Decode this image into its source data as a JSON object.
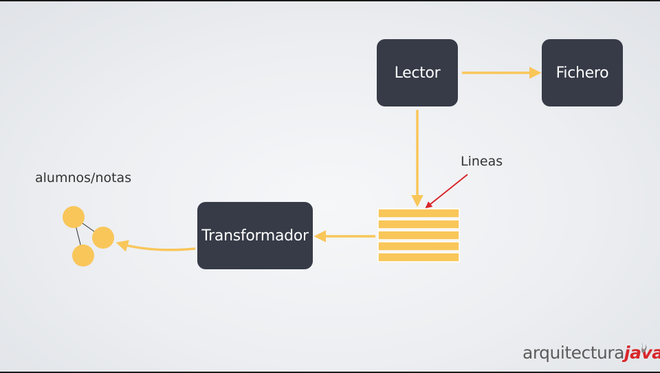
{
  "nodes": {
    "lector": "Lector",
    "fichero": "Fichero",
    "transformador": "Transformador"
  },
  "labels": {
    "lineas": "Lineas",
    "alumnos_notas": "alumnos/notas"
  },
  "logo": {
    "part1": "arquitectura",
    "part2": "java"
  },
  "colors": {
    "box": "#363b47",
    "arrow": "#f9c65a",
    "pointer": "#d9262b",
    "stack": "#f9c65a",
    "logo_red": "#d9262b"
  }
}
